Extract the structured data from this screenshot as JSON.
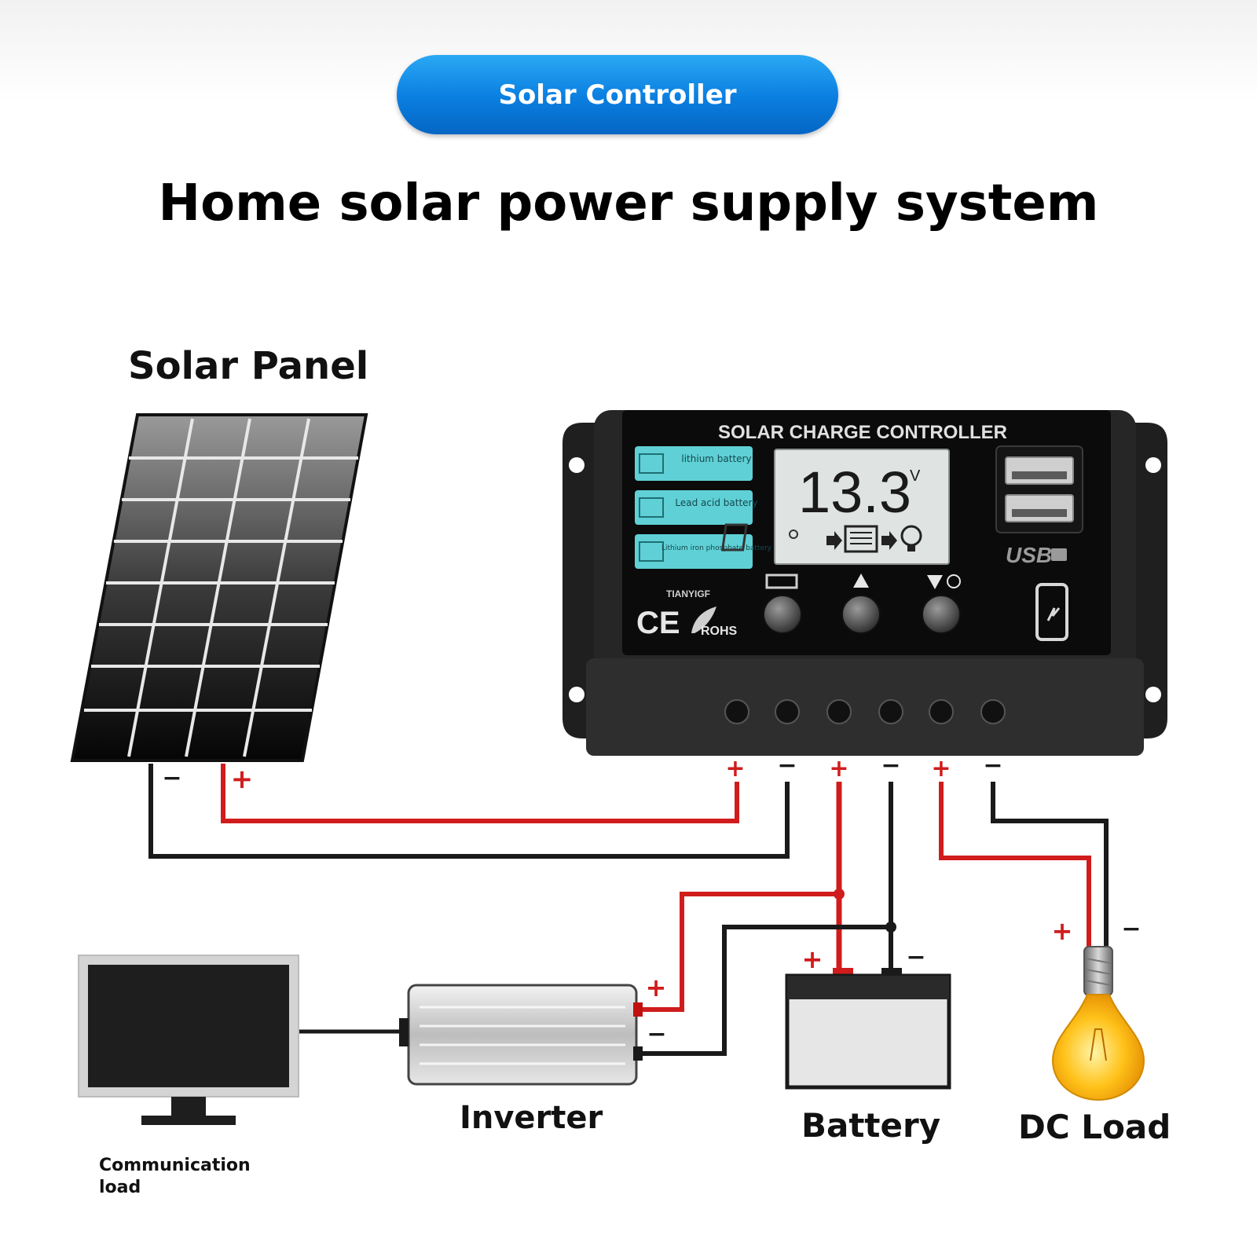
{
  "badge": {
    "text": "Solar Controller"
  },
  "headline": {
    "text": "Home solar power supply system"
  },
  "components": {
    "solar_panel": "Solar Panel",
    "inverter": "Inverter",
    "battery": "Battery",
    "dc_load": "DC Load",
    "communication_load": "Communication\nload"
  },
  "controller": {
    "title": "SOLAR CHARGE CONTROLLER",
    "display_value": "13.3",
    "display_unit": "V",
    "battery_types": [
      "lithium battery",
      "Lead acid battery",
      "Lithium iron phosphate battery"
    ],
    "brand": "TIANYIGF",
    "cert_ce": "CE",
    "cert_rohs": "ROHS",
    "usb_label": "USB"
  },
  "polarity": {
    "plus": "+",
    "minus": "−"
  },
  "colors": {
    "wire_positive": "#d01c1c",
    "wire_negative": "#1a1a1a",
    "badge_blue": "#0a7ee0",
    "lcd_bg": "#dfe3e2",
    "type_button": "#5fd0d6"
  },
  "icons": [
    "solar-panel-icon",
    "battery-icon",
    "bulb-icon",
    "phone-charge-icon",
    "usb-port-icon"
  ]
}
